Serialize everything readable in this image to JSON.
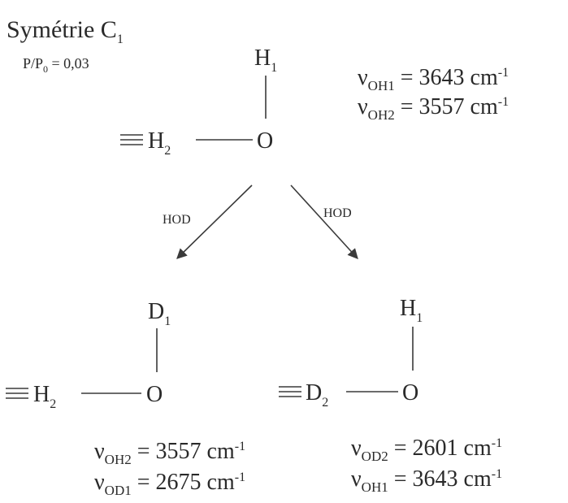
{
  "header": {
    "symmetry_label": "Symétrie C",
    "symmetry_sub": "1",
    "pressure_base": "P/P",
    "pressure_sub": "0",
    "pressure_value": " = 0,03"
  },
  "top_molecule": {
    "top_atom": "H",
    "top_atom_sub": "1",
    "center_atom": "O",
    "left_atom": "H",
    "left_atom_sub": "2",
    "freqs": [
      {
        "symbol": "ν",
        "sub": "OH1",
        "value": " = 3643 cm",
        "exp": "-1"
      },
      {
        "symbol": "ν",
        "sub": "OH2",
        "value": " = 3557 cm",
        "exp": "-1"
      }
    ]
  },
  "arrows": {
    "left_label": "HOD",
    "right_label": "HOD"
  },
  "left_molecule": {
    "top_atom": "D",
    "top_atom_sub": "1",
    "center_atom": "O",
    "left_atom": "H",
    "left_atom_sub": "2",
    "freqs": [
      {
        "symbol": "ν",
        "sub": "OH2",
        "value": " = 3557 cm",
        "exp": "-1"
      },
      {
        "symbol": "ν",
        "sub": "OD1",
        "value": " = 2675 cm",
        "exp": "-1"
      }
    ]
  },
  "right_molecule": {
    "top_atom": "H",
    "top_atom_sub": "1",
    "center_atom": "O",
    "left_atom": "D",
    "left_atom_sub": "2",
    "freqs": [
      {
        "symbol": "ν",
        "sub": "OD2",
        "value": " = 2601 cm",
        "exp": "-1"
      },
      {
        "symbol": "ν",
        "sub": "OH1",
        "value": " = 3643 cm",
        "exp": "-1"
      }
    ]
  }
}
